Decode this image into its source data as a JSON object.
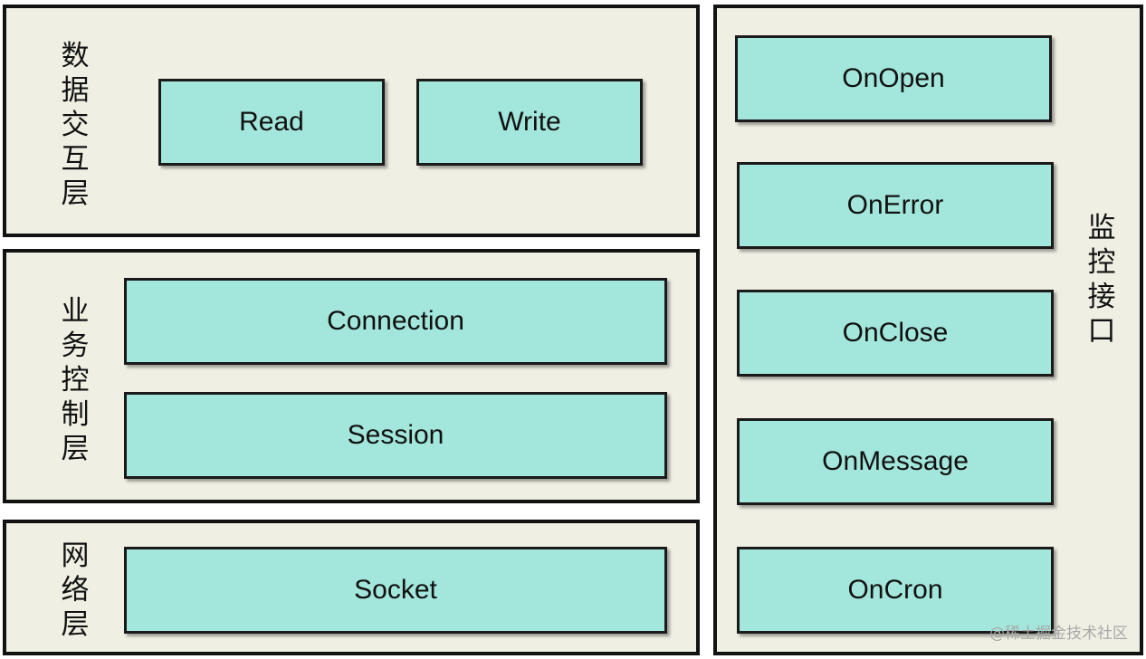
{
  "layers": {
    "data": {
      "label": "数\n据\n交\n互\n层",
      "boxes": {
        "read": "Read",
        "write": "Write"
      }
    },
    "business": {
      "label": "业\n务\n控\n制\n层",
      "boxes": {
        "connection": "Connection",
        "session": "Session"
      }
    },
    "network": {
      "label": "网\n络\n层",
      "boxes": {
        "socket": "Socket"
      }
    }
  },
  "monitor": {
    "label": "监\n控\n接\n口",
    "boxes": {
      "onopen": "OnOpen",
      "onerror": "OnError",
      "onclose": "OnClose",
      "onmessage": "OnMessage",
      "oncron": "OnCron"
    }
  },
  "watermark": "@稀土掘金技术社区",
  "colors": {
    "panel_bg": "#efefe3",
    "box_fill": "#a3e6dc",
    "border": "#121212"
  }
}
